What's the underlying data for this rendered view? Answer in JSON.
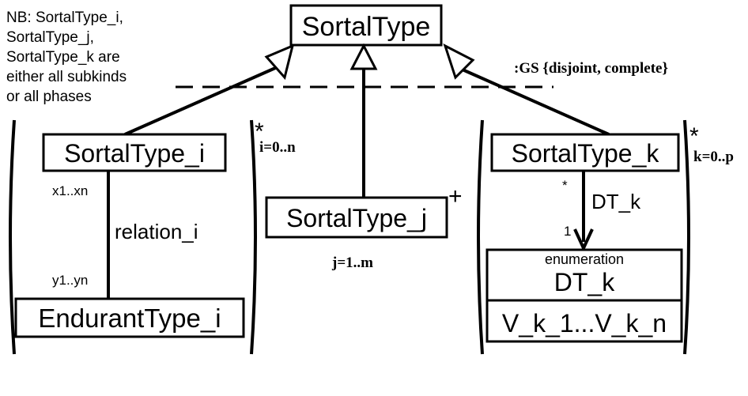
{
  "note": {
    "lines": [
      "NB: SortalType_i,",
      "SortalType_j,",
      "SortalType_k are",
      "either all subkinds",
      "or all phases"
    ]
  },
  "generalization_set": ":GS {disjoint, complete}",
  "classes": {
    "sortal_type": "SortalType",
    "sortal_type_i": "SortalType_i",
    "sortal_type_j": "SortalType_j",
    "sortal_type_k": "SortalType_k",
    "endurant_type_i": "EndurantType_i",
    "dt_k": {
      "stereotype": "enumeration",
      "name": "DT_k",
      "literals": "V_k_1...V_k_n"
    }
  },
  "relation_i": {
    "name": "relation_i",
    "mult_top": "x1..xn",
    "mult_bottom": "y1..yn"
  },
  "dt_k_association": {
    "name": "DT_k",
    "mult_top": "*",
    "mult_bottom": "1"
  },
  "groups": {
    "i": {
      "star": "*",
      "range": "i=0..n"
    },
    "j": {
      "plus": "+",
      "range": "j=1..m"
    },
    "k": {
      "star": "*",
      "range": "k=0..p"
    }
  },
  "colors": {
    "ink": "#000000",
    "background": "#ffffff"
  }
}
